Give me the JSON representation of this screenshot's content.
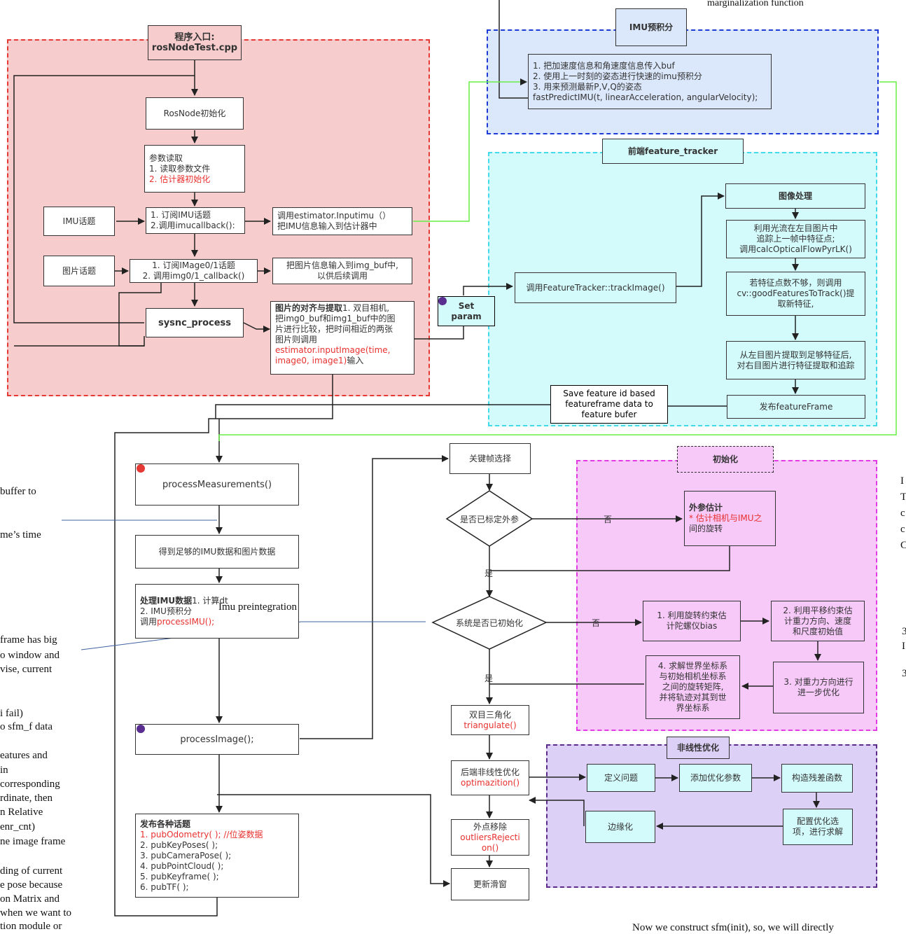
{
  "top_note": "marginalization function",
  "main": {
    "entry": {
      "line1": "程序入口:",
      "line2": "rosNodeTest.cpp"
    },
    "rosnode_init": "RosNode初始化",
    "param_read": {
      "title": "参数读取",
      "l1": "1. 读取参数文件",
      "l2": "2. 估计器初始化"
    },
    "imu_topic": "IMU话题",
    "sub_imu": {
      "l1": "1. 订阅IMU话题",
      "l2": "2.调用imucallback():"
    },
    "call_imu": {
      "l1": "调用estimator.Inputimu（）",
      "l2": "把IMU信息输入到估计器中"
    },
    "img_topic": "图片话题",
    "sub_img": {
      "l1": "1. 订阅IMage0/1话题",
      "l2": "2. 调用img0/1_callback()"
    },
    "img_buf": {
      "l1": "把图片信息输入到img_buf中,",
      "l2": "以供后续调用"
    },
    "sync": "sysnc_process",
    "align": {
      "title": "图片的对齐与提取",
      "l1": "1. 双目相机,",
      "l2": "把img0_buf和img1_buf中的图",
      "l3": "片进行比较，把时间相近的两张",
      "l4": "图片则调用",
      "l5": "estimator.inputImage(time,",
      "l6": "image0, image1)",
      "l6b": "输入"
    }
  },
  "imu_pre": {
    "title": "IMU预积分",
    "l1": "1. 把加速度信息和角速度信息传入buf",
    "l2": "2. 使用上一时刻的姿态进行快速的imu预积分",
    "l3": "3. 用来预测最新P,V,Q的姿态",
    "l4": "fastPredictIMU(t, linearAcceleration, angularVelocity);"
  },
  "frontend": {
    "title": "前端feature_tracker",
    "image_proc": "图像处理",
    "flow": {
      "l1": "利用光流在左目图片中",
      "l2": "追踪上一帧中特征点;",
      "l3": "调用calcOpticalFlowPyrLK()"
    },
    "good": {
      "l1": "若特征点数不够，则调用",
      "l2": "cv::goodFeaturesToTrack()提",
      "l3": "取新特征,"
    },
    "right": {
      "l1": "从左目图片提取到足够特征后,",
      "l2": "对右目图片进行特征提取和追踪"
    },
    "publish": "发布featureFrame",
    "track": "调用FeatureTracker::trackImage()",
    "set_param": {
      "l1": "Set",
      "l2": "param"
    },
    "save": {
      "l1": "Save feature id based",
      "l2": "featureframe data to",
      "l3": "feature bufer"
    }
  },
  "backend": {
    "process_meas": "processMeasurements()",
    "get_data": "得到足够的IMU数据和图片数据",
    "imu_proc": {
      "title": "处理IMU数据",
      "l1": "1. 计算dt",
      "l2": "2. IMU预积分",
      "l3a": "调用",
      "l3b": "processIMU();"
    },
    "imu_preint_note": "Imu preintegration",
    "process_image": "processImage();",
    "publish": {
      "title": "发布各种话题",
      "l1": "1. pubOdometry( ); //位姿数据",
      "l2": "2. pubKeyPoses( );",
      "l3": "3. pubCameraPose( );",
      "l4": "4. pubPointCloud( );",
      "l5": "5. pubKeyframe( );",
      "l6": "6. pubTF( );"
    },
    "keyframe": "关键帧选择",
    "calib_q": "是否已标定外参",
    "init_q": "系统是否已初始化",
    "no1": "否",
    "yes1": "是",
    "no2": "否",
    "yes2": "是",
    "triangulate": {
      "l1": "双目三角化",
      "l2": "triangulate()"
    },
    "optim": {
      "l1": "后端非线性优化",
      "l2": "optimazition()"
    },
    "outlier": {
      "l1": "外点移除",
      "l2": "outliersRejecti",
      "l3": "on()"
    },
    "slide": "更新滑窗"
  },
  "init": {
    "title": "初始化",
    "extrinsic": {
      "title": "外参估计",
      "l1": "* 估计相机与IMU之",
      "l2": "间的旋转"
    },
    "s1": {
      "l1": "1. 利用旋转约束估",
      "l2": "计陀螺仪bias"
    },
    "s2": {
      "l1": "2. 利用平移约束估",
      "l2": "计重力方向、速度",
      "l3": "和尺度初始值"
    },
    "s3": {
      "l1": "3. 对重力方向进行",
      "l2": "进一步优化"
    },
    "s4": {
      "l1": "4. 求解世界坐标系",
      "l2": "与初始相机坐标系",
      "l3": "之间的旋转矩阵,",
      "l4": "并将轨迹对其到世",
      "l5": "界坐标系"
    }
  },
  "nonlinear": {
    "title": "非线性优化",
    "define": "定义问题",
    "add_params": "添加优化参数",
    "residual": "构造残差函数",
    "options": {
      "l1": "配置优化选",
      "l2": "项，进行求解"
    },
    "marg": "边缘化"
  },
  "left_notes": [
    "buffer to",
    "me’s time",
    "frame has big",
    "o window and",
    "vise, current",
    "i fail)",
    "o sfm_f data",
    "eatures and",
    "in",
    "corresponding",
    "rdinate, then",
    "n Relative",
    "enr_cnt)",
    "ne image frame",
    "ding of current",
    "e pose because",
    "on Matrix and",
    "when we want to",
    "tion module or"
  ],
  "right_notes": [
    "I",
    "T",
    "c",
    "c",
    "C",
    "3",
    "I",
    "3"
  ],
  "bottom_note": "Now we construct sfm(init), so, we will directly",
  "colors": {
    "red_region": "#f6cccc",
    "blue_region": "#dbe7fb",
    "cyan_region": "#d4fbfb",
    "pink_region": "#f7c9f9",
    "purple_region": "#ddd0f7",
    "accent_red": "#e8312f",
    "green_line": "#66ee44"
  }
}
